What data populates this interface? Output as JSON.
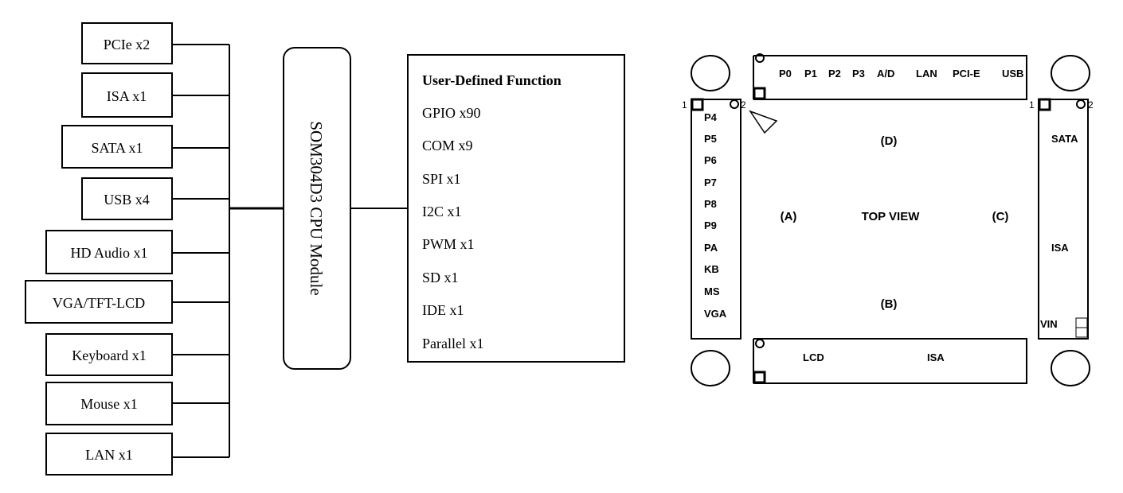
{
  "block_diagram": {
    "cpu_module": {
      "label": "SOM304D3 CPU Module"
    },
    "left_interfaces": [
      "PCIe x2",
      "ISA x1",
      "SATA x1",
      "USB x4",
      "HD Audio x1",
      "VGA/TFT-LCD",
      "Keyboard x1",
      "Mouse x1",
      "LAN x1"
    ],
    "user_defined": {
      "title": "User-Defined Function",
      "items": [
        "GPIO x90",
        "COM x9",
        "SPI x1",
        "I2C x1",
        "PWM x1",
        "SD x1",
        "IDE x1",
        "Parallel x1"
      ]
    }
  },
  "top_view": {
    "title": "TOP VIEW",
    "sides": {
      "a": "(A)",
      "b": "(B)",
      "c": "(C)",
      "d": "(D)"
    },
    "top_connectors": [
      "P0",
      "P1",
      "P2",
      "P3",
      "A/D",
      "LAN",
      "PCI-E",
      "USB"
    ],
    "left_connectors": [
      "P4",
      "P5",
      "P6",
      "P7",
      "P8",
      "P9",
      "PA",
      "KB",
      "MS",
      "VGA"
    ],
    "right_connectors": [
      "SATA",
      "ISA",
      "VIN"
    ],
    "bottom_connectors": [
      "LCD",
      "ISA"
    ],
    "pin_numbers": {
      "left_first": "1",
      "left_second": "2",
      "right_first": "1",
      "right_second": "2"
    }
  }
}
